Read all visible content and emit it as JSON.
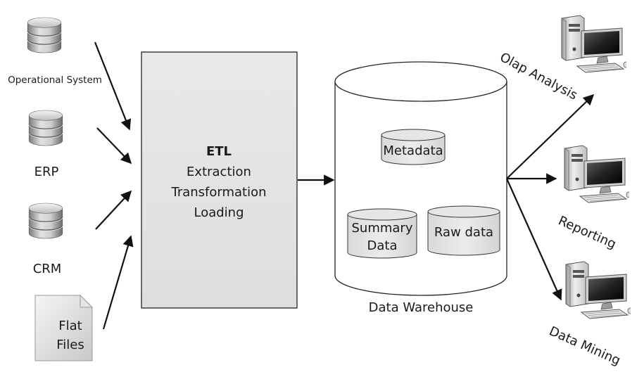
{
  "sources": {
    "operational": "Operational System",
    "erp": "ERP",
    "crm": "CRM",
    "flat_files_line1": "Flat",
    "flat_files_line2": "Files"
  },
  "etl": {
    "title": "ETL",
    "line1": "Extraction",
    "line2": "Transformation",
    "line3": "Loading"
  },
  "warehouse": {
    "label": "Data Warehouse",
    "metadata": "Metadata",
    "summary_line1": "Summary",
    "summary_line2": "Data",
    "raw": "Raw data"
  },
  "outputs": {
    "olap": "Olap Analysis",
    "reporting": "Reporting",
    "mining": "Data Mining"
  },
  "icons": {
    "source_db": "database-icon",
    "flat_file": "document-icon",
    "client": "desktop-computer-icon"
  }
}
